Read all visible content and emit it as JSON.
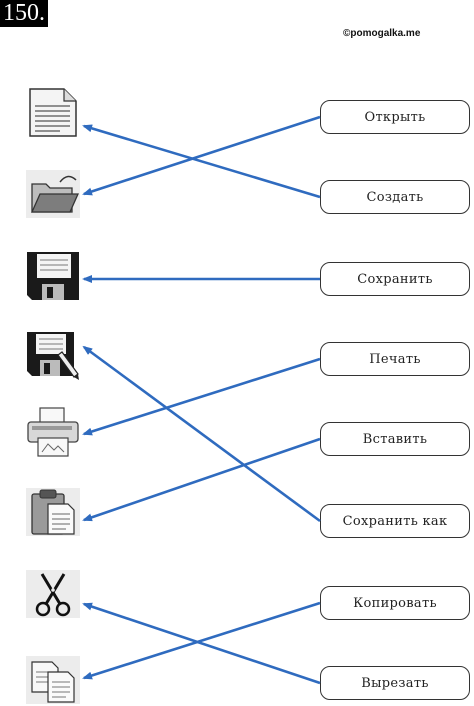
{
  "header": {
    "task_number": "150.",
    "watermark": "©pomogalka.me"
  },
  "line_color": "#2f6bbf",
  "icons": [
    {
      "name": "document-icon"
    },
    {
      "name": "open-folder-icon"
    },
    {
      "name": "floppy-disk-icon"
    },
    {
      "name": "floppy-disk-pencil-icon"
    },
    {
      "name": "printer-icon"
    },
    {
      "name": "clipboard-icon"
    },
    {
      "name": "scissors-icon"
    },
    {
      "name": "copy-documents-icon"
    }
  ],
  "labels": [
    "Открыть",
    "Создать",
    "Сохранить",
    "Печать",
    "Вставить",
    "Сохранить как",
    "Копировать",
    "Вырезать"
  ],
  "connections": [
    {
      "label": 0,
      "icon": 1
    },
    {
      "label": 1,
      "icon": 0
    },
    {
      "label": 2,
      "icon": 2
    },
    {
      "label": 3,
      "icon": 4
    },
    {
      "label": 4,
      "icon": 5
    },
    {
      "label": 5,
      "icon": 3
    },
    {
      "label": 6,
      "icon": 7
    },
    {
      "label": 7,
      "icon": 6
    }
  ]
}
